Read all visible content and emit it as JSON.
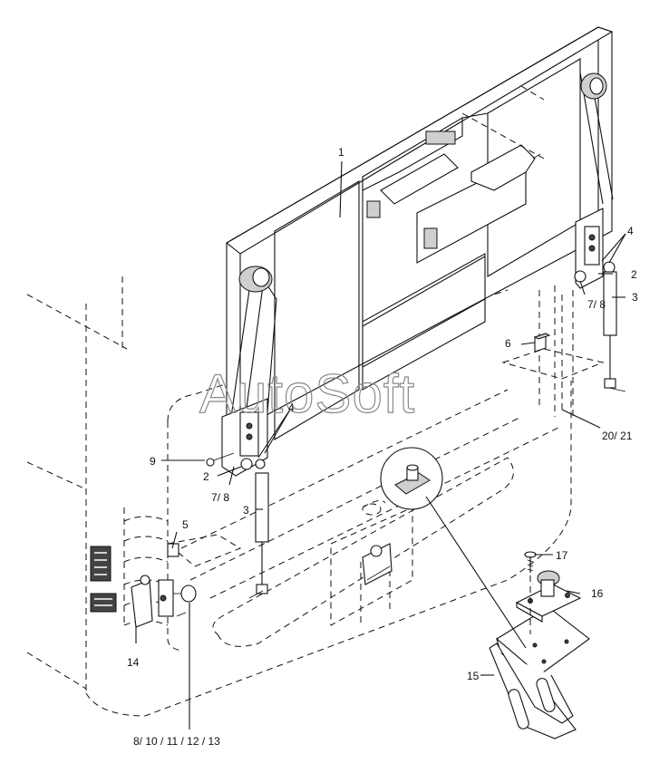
{
  "watermark": "AutoSoft",
  "callouts": [
    {
      "id": "c1",
      "text": "1"
    },
    {
      "id": "c2a",
      "text": "2"
    },
    {
      "id": "c2b",
      "text": "2"
    },
    {
      "id": "c3a",
      "text": "3"
    },
    {
      "id": "c3b",
      "text": "3"
    },
    {
      "id": "c4a",
      "text": "4"
    },
    {
      "id": "c4b",
      "text": "4"
    },
    {
      "id": "c5",
      "text": "5"
    },
    {
      "id": "c6",
      "text": "6"
    },
    {
      "id": "c78a",
      "text": "7/ 8"
    },
    {
      "id": "c78b",
      "text": "7/ 8"
    },
    {
      "id": "c9",
      "text": "9"
    },
    {
      "id": "c14",
      "text": "14"
    },
    {
      "id": "c15",
      "text": "15"
    },
    {
      "id": "c16",
      "text": "16"
    },
    {
      "id": "c17",
      "text": "17"
    },
    {
      "id": "c2021",
      "text": "20/ 21"
    },
    {
      "id": "c813",
      "text": "8/ 10 / 11 / 12 / 13"
    }
  ]
}
